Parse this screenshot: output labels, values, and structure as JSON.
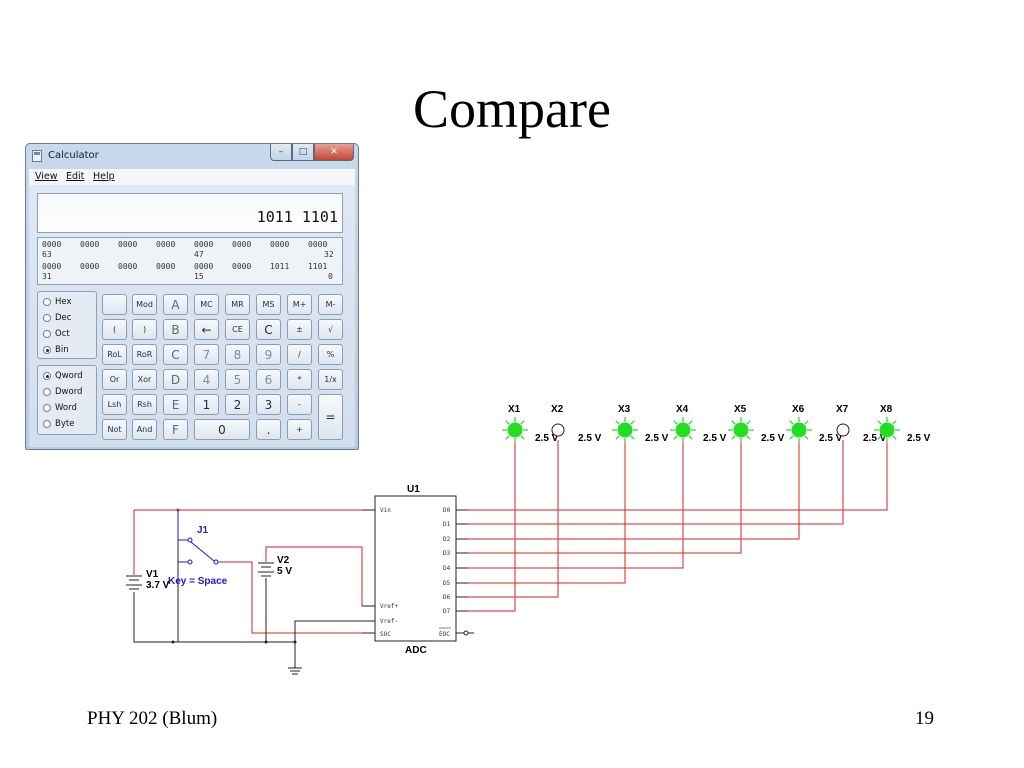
{
  "slide": {
    "title": "Compare",
    "footer_left": "PHY 202 (Blum)",
    "page_number": "19"
  },
  "calculator": {
    "window_title": "Calculator",
    "window_buttons": {
      "minimize": "–",
      "maximize": "□",
      "close": "✕"
    },
    "menu": [
      "View",
      "Edit",
      "Help"
    ],
    "display_value": "1011 1101",
    "bit_rows": [
      {
        "groups": [
          "0000",
          "0000",
          "0000",
          "0000",
          "0000",
          "0000",
          "0000",
          "0000"
        ],
        "marks": [
          "63",
          "47",
          "32"
        ]
      },
      {
        "groups": [
          "0000",
          "0000",
          "0000",
          "0000",
          "0000",
          "0000",
          "1011",
          "1101"
        ],
        "marks": [
          "31",
          "15",
          "0"
        ]
      }
    ],
    "number_systems": [
      {
        "label": "Hex",
        "checked": false
      },
      {
        "label": "Dec",
        "checked": false
      },
      {
        "label": "Oct",
        "checked": false
      },
      {
        "label": "Bin",
        "checked": true
      }
    ],
    "word_sizes": [
      {
        "label": "Qword",
        "checked": true
      },
      {
        "label": "Dword",
        "checked": false
      },
      {
        "label": "Word",
        "checked": false
      },
      {
        "label": "Byte",
        "checked": false
      }
    ],
    "keys": [
      [
        "",
        "Mod",
        "A",
        "MC",
        "MR",
        "MS",
        "M+",
        "M-"
      ],
      [
        "(",
        ")",
        "B",
        "←",
        "CE",
        "C",
        "±",
        "√"
      ],
      [
        "RoL",
        "RoR",
        "C",
        "7",
        "8",
        "9",
        "/",
        "%"
      ],
      [
        "Or",
        "Xor",
        "D",
        "4",
        "5",
        "6",
        "*",
        "1/x"
      ],
      [
        "Lsh",
        "Rsh",
        "E",
        "1",
        "2",
        "3",
        "-",
        "="
      ],
      [
        "Not",
        "And",
        "F",
        "0",
        "",
        ".",
        "+",
        ""
      ]
    ]
  },
  "circuit": {
    "adc": {
      "name": "U1",
      "type": "ADC",
      "left_pins": [
        "Vin",
        "Vref+",
        "Vref-",
        "SOC"
      ],
      "right_pins": [
        "D0",
        "D1",
        "D2",
        "D3",
        "D4",
        "D5",
        "D6",
        "D7",
        "EOC"
      ]
    },
    "switch": {
      "name": "J1",
      "key_label": "Key = Space"
    },
    "sources": [
      {
        "name": "V1",
        "value": "3.7 V"
      },
      {
        "name": "V2",
        "value": "5 V"
      }
    ],
    "indicators": [
      {
        "name": "X1",
        "rating": "2.5 V",
        "lit": true
      },
      {
        "name": "X2",
        "rating": "2.5 V",
        "lit": false
      },
      {
        "name": "X3",
        "rating": "2.5 V",
        "lit": true
      },
      {
        "name": "X4",
        "rating": "2.5 V",
        "lit": true
      },
      {
        "name": "X5",
        "rating": "2.5 V",
        "lit": true
      },
      {
        "name": "X6",
        "rating": "2.5 V",
        "lit": true
      },
      {
        "name": "X7",
        "rating": "2.5 V",
        "lit": false
      },
      {
        "name": "X8",
        "rating": "2.5 V",
        "lit": true
      }
    ],
    "colors": {
      "wire_red": "#dd2222",
      "wire_black": "#222222",
      "led_on": "#22dd22",
      "label_blue": "#1a1ad8"
    }
  }
}
